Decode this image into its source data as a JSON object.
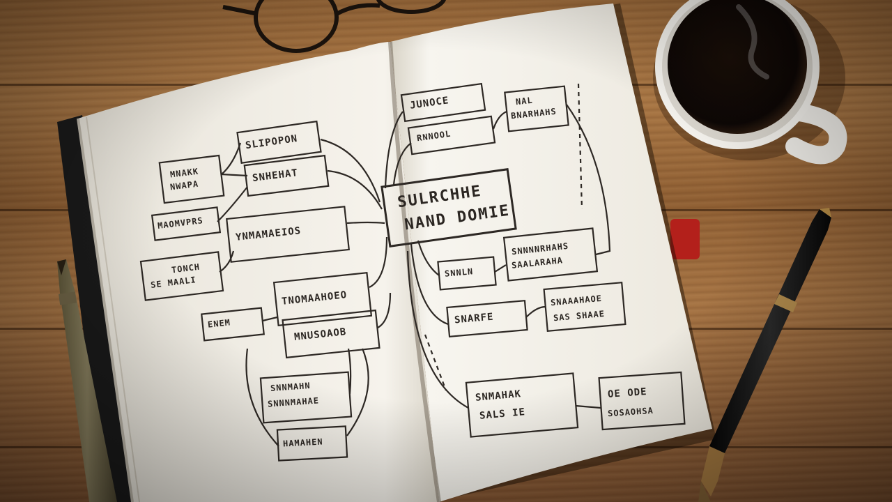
{
  "scene": {
    "left_page": {
      "boxes": [
        {
          "id": "l1",
          "lines": [
            "SLIPOPON"
          ]
        },
        {
          "id": "l2",
          "lines": [
            "MNAKK",
            "NWAPA"
          ]
        },
        {
          "id": "l3",
          "lines": [
            "SNHEHAT"
          ]
        },
        {
          "id": "l4",
          "lines": [
            "MAOMVPRS"
          ]
        },
        {
          "id": "l5",
          "lines": [
            "YNMAMAEIOS"
          ]
        },
        {
          "id": "l6",
          "lines": [
            "TONCH",
            "SE MAALI"
          ]
        },
        {
          "id": "l7",
          "lines": [
            "TNOMAAHOEO"
          ]
        },
        {
          "id": "l8",
          "lines": [
            "ENEM"
          ]
        },
        {
          "id": "l9",
          "lines": [
            "MNUSOAOB"
          ]
        },
        {
          "id": "l10",
          "lines": [
            "SNNMAHN",
            "SNNNMAHAE"
          ]
        },
        {
          "id": "l11",
          "lines": [
            "HAMAHEN"
          ]
        }
      ]
    },
    "right_page": {
      "boxes": [
        {
          "id": "r1",
          "lines": [
            "JUNOCE"
          ]
        },
        {
          "id": "r2",
          "lines": [
            "RNNOOL"
          ]
        },
        {
          "id": "r3",
          "lines": [
            "NAL",
            "BNARHAHS"
          ]
        },
        {
          "id": "c",
          "lines": [
            "SULRCHHE",
            "NAND DOMIE"
          ]
        },
        {
          "id": "r4",
          "lines": [
            "SNNLN"
          ]
        },
        {
          "id": "r5",
          "lines": [
            "SNNNNRHAHS",
            "SAALARAHA"
          ]
        },
        {
          "id": "r6",
          "lines": [
            "SNARFE"
          ]
        },
        {
          "id": "r7",
          "lines": [
            "SNAAAHAOE",
            "SAS SHAAE"
          ]
        },
        {
          "id": "r8",
          "lines": [
            "SNMAHAK",
            "SALS IE"
          ]
        },
        {
          "id": "r9",
          "lines": [
            "OE  ODE",
            "SOSAOHSA"
          ]
        }
      ]
    }
  }
}
